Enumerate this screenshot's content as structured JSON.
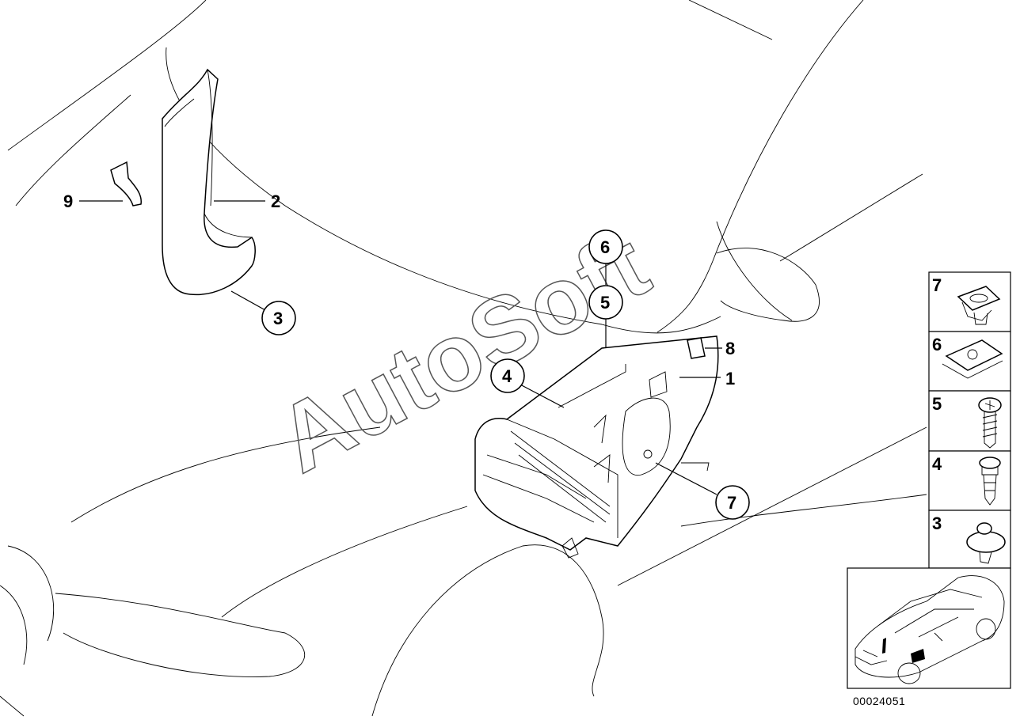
{
  "diagram": {
    "watermark": "AutoSoft",
    "document_number": "00024051",
    "callouts": {
      "c1": "1",
      "c2": "2",
      "c3": "3",
      "c4": "4",
      "c5": "5",
      "c6": "6",
      "c7": "7",
      "c8": "8",
      "c9": "9"
    },
    "legend": [
      {
        "label": "7",
        "icon": "clip-nut-icon"
      },
      {
        "label": "6",
        "icon": "spring-nut-icon"
      },
      {
        "label": "5",
        "icon": "screw-icon"
      },
      {
        "label": "4",
        "icon": "expanding-rivet-icon"
      },
      {
        "label": "3",
        "icon": "push-clip-icon"
      }
    ],
    "thumbnail_icon": "car-location-icon"
  }
}
